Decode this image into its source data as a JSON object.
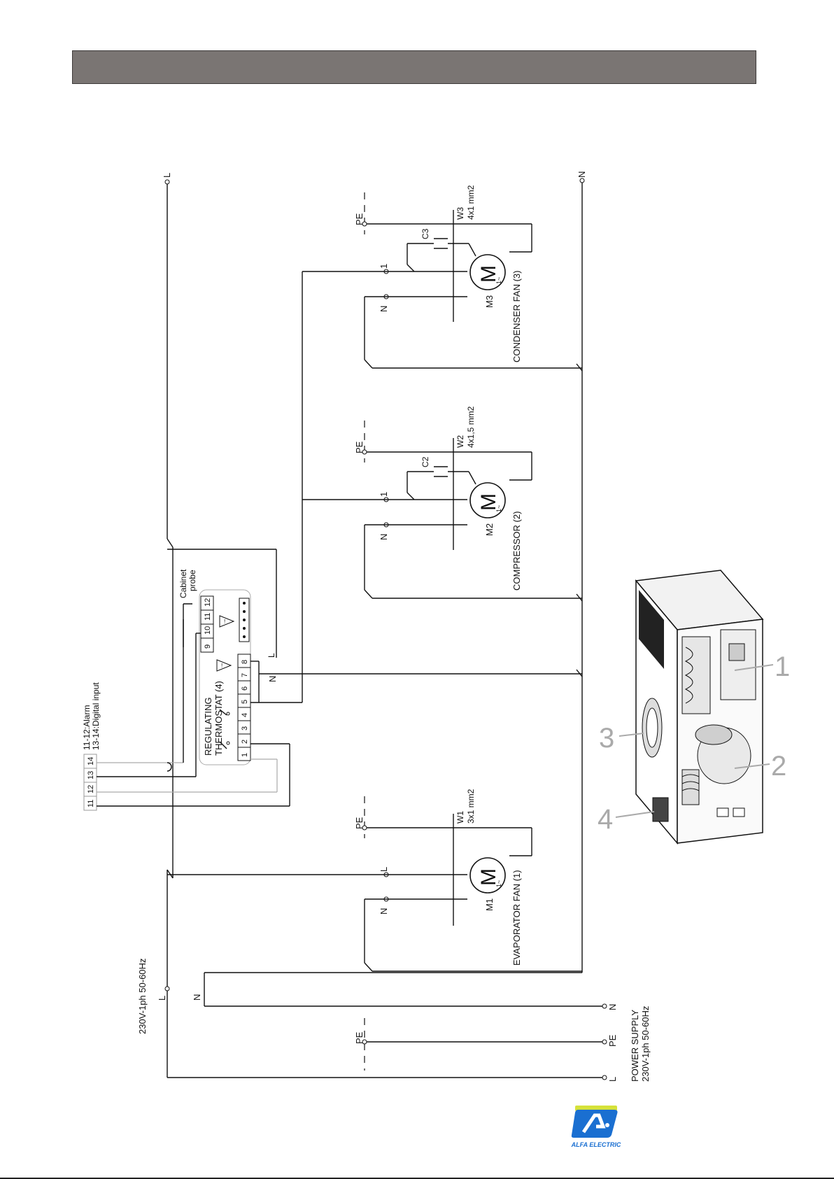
{
  "header": {
    "title": ""
  },
  "supply": {
    "spec_left": "230V-1ph 50-60Hz",
    "L": "L",
    "N": "N",
    "PE": "PE",
    "power_supply_label": "POWER SUPPLY",
    "power_supply_spec": "230V-1ph 50-60Hz"
  },
  "terminals": {
    "numbers": [
      "11",
      "12",
      "13",
      "14"
    ],
    "alarm": "11-12:Alarm",
    "digital": "13-14:Digital input"
  },
  "thermostat": {
    "line1": "REGULATING",
    "line2": "THERMOSTAT (4)",
    "bottom_terms": [
      "1",
      "2",
      "3",
      "4",
      "5",
      "6",
      "7",
      "8"
    ],
    "top_terms": [
      "9",
      "10",
      "11",
      "12"
    ],
    "probe_line1": "Cabinet",
    "probe_line2": "probe",
    "warning_glyph": "!"
  },
  "motors": [
    {
      "id": "M1",
      "name": "EVAPORATOR FAN (1)",
      "wire": "W1",
      "wire_spec": "3x1 mm2",
      "cap": "",
      "phase": "1~",
      "symbol": "M"
    },
    {
      "id": "M2",
      "name": "COMPRESSOR (2)",
      "wire": "W2",
      "wire_spec": "4x1,5 mm2",
      "cap": "C2",
      "phase": "1~",
      "symbol": "M"
    },
    {
      "id": "M3",
      "name": "CONDENSER FAN (3)",
      "wire": "W3",
      "wire_spec": "4x1 mm2",
      "cap": "C3",
      "phase": "1~",
      "symbol": "M"
    }
  ],
  "pin_labels": {
    "l": "L",
    "one": "1",
    "n": "N"
  },
  "unit_callouts": [
    "1",
    "2",
    "3",
    "4"
  ],
  "logo": {
    "text": "ALFA ELECTRIC",
    "primary": "#1a6fd1",
    "accent": "#d6e23a"
  }
}
